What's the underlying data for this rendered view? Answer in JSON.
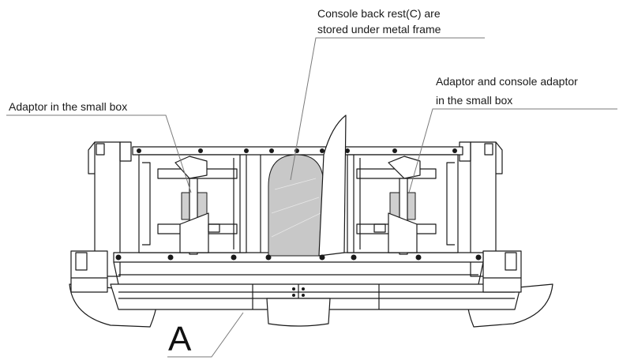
{
  "callouts": {
    "console_back_rest": {
      "line1": "Console back rest(C) are",
      "line2": "stored under metal frame"
    },
    "adaptor_left": "Adaptor in the small box",
    "adaptor_right": {
      "line1": "Adaptor and console adaptor",
      "line2": "in the small box"
    },
    "part_letter": "A"
  },
  "colors": {
    "line": "#1a1a1a",
    "fill_gray": "#c8c8c8",
    "fill_light": "#e6e6e6"
  }
}
